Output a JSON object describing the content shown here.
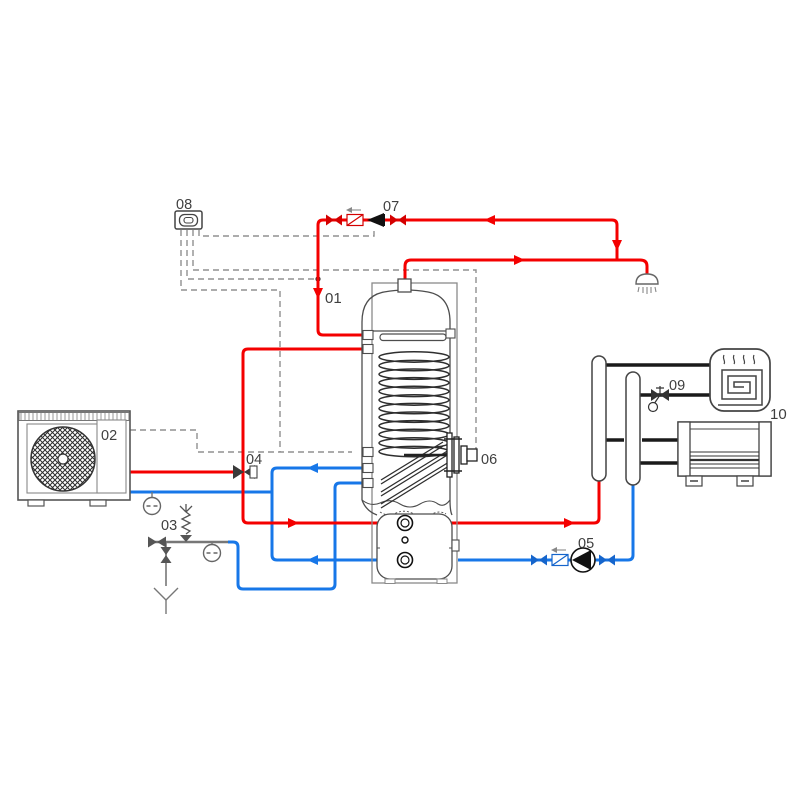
{
  "diagram": {
    "labels": {
      "tank": "01",
      "heat_pump": "02",
      "inlet_safety_group": "03",
      "three_way_valve": "04",
      "circulation_pump": "05",
      "electric_heater": "06",
      "check_valve_group": "07",
      "controller": "08",
      "mixing_valve": "09",
      "heating_terminals": "10"
    },
    "colors": {
      "hot_water": "#f40000",
      "cold_water": "#1777e8",
      "control_wire": "#909090",
      "heating_circuit": "#1a1a1a",
      "outline": "#555555"
    }
  }
}
